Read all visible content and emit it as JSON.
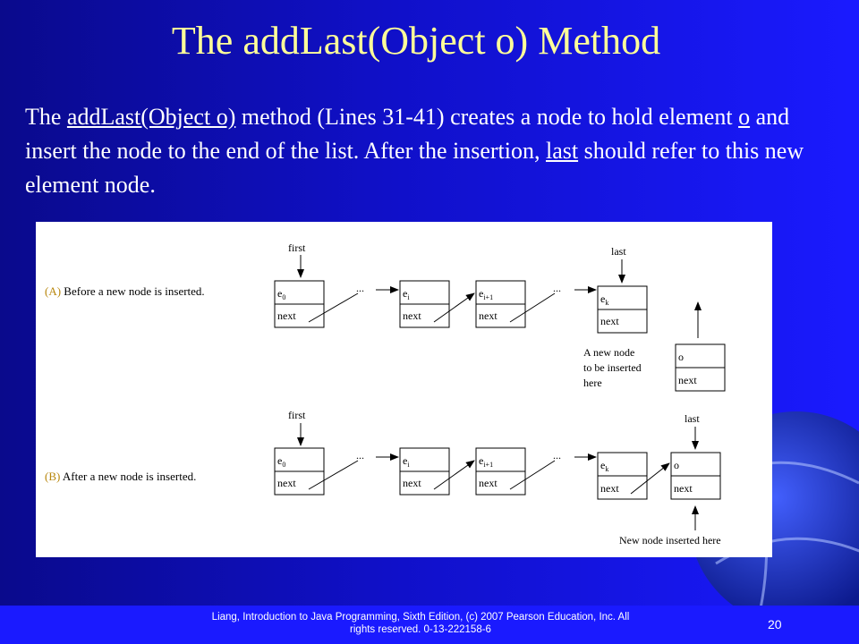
{
  "slide": {
    "title": "The addLast(Object o) Method",
    "body": {
      "p1": "The ",
      "method": "addLast(Object o)",
      "p2": " method (Lines 31-41) creates a node to hold element ",
      "o": "o",
      "p3": " and insert the node to the end of the list. After the insertion, ",
      "last": "last",
      "p4": " should refer to this new element node."
    },
    "page_number": "20"
  },
  "diagram": {
    "a": {
      "caption_letter": "(A)",
      "caption": "Before a new node is inserted.",
      "first": "first",
      "last": "last",
      "node_e0": "e",
      "sub0": "0",
      "node_ei": "e",
      "sub_i": "i",
      "node_ei1": "e",
      "sub_i1": "i+1",
      "node_ek": "e",
      "sub_k": "k",
      "next": "next",
      "dots": "...",
      "new_node_line1": "A new node",
      "new_node_line2": "to be inserted",
      "new_node_line3": "here",
      "node_o": "o"
    },
    "b": {
      "caption_letter": "(B)",
      "caption": "After a new node is inserted.",
      "first": "first",
      "last": "last",
      "node_o": "o",
      "inserted_label": "New node inserted here"
    }
  },
  "footer": {
    "line1": "Liang, Introduction to Java Programming, Sixth Edition, (c) 2007 Pearson Education, Inc. All",
    "line2": "rights reserved. 0-13-222158-6"
  }
}
